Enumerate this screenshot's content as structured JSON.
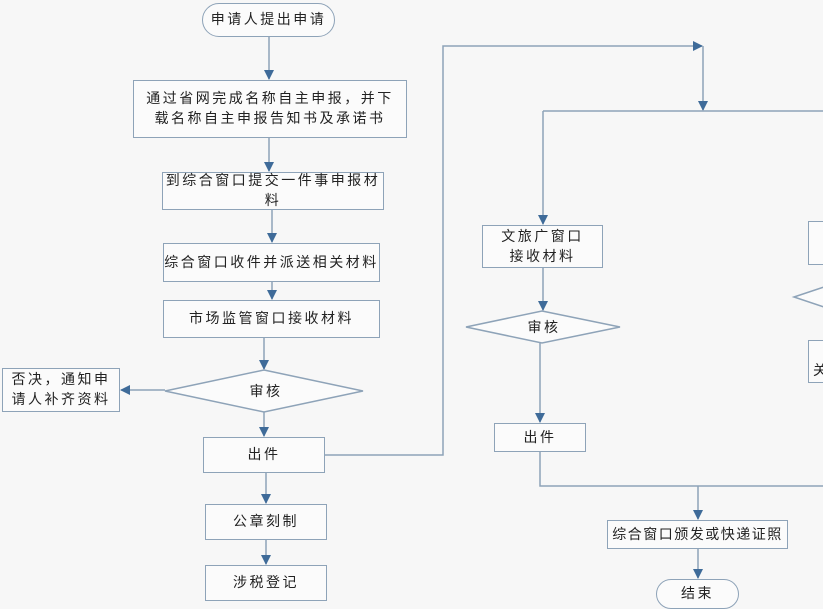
{
  "diagram": {
    "type": "flowchart",
    "colors": {
      "background": "#f7f7f7",
      "node_border": "#8ea3b8",
      "connector": "#8ea3b8",
      "arrowhead": "#3f6b99",
      "text": "#222222"
    },
    "nodes": {
      "start": "申请人提出申请",
      "online_declare": "通过省网完成名称自主申报，并下载名称自主申报告知书及承诺书",
      "submit_materials": "到综合窗口提交一件事申报材料",
      "receive_dispatch": "综合窗口收件并派送相关材料",
      "market_window": "市场监管窗口接收材料",
      "review_1": "审核",
      "reject_notify": "否决，通知申请人补齐资料",
      "issue_1": "出件",
      "seal_carving": "公章刻制",
      "tax_registration": "涉税登记",
      "culture_window": "文旅广窗口接收材料",
      "review_2": "审核",
      "issue_2": "出件",
      "deliver_license": "综合窗口颁发或快递证照",
      "end": "结束",
      "right_partial_text": "关"
    },
    "edges": [
      {
        "from": "start",
        "to": "online_declare"
      },
      {
        "from": "online_declare",
        "to": "submit_materials"
      },
      {
        "from": "submit_materials",
        "to": "receive_dispatch"
      },
      {
        "from": "receive_dispatch",
        "to": "market_window"
      },
      {
        "from": "market_window",
        "to": "review_1"
      },
      {
        "from": "review_1",
        "to": "reject_notify"
      },
      {
        "from": "review_1",
        "to": "issue_1"
      },
      {
        "from": "issue_1",
        "to": "seal_carving"
      },
      {
        "from": "seal_carving",
        "to": "tax_registration"
      },
      {
        "from": "issue_1",
        "to": "culture_window"
      },
      {
        "from": "culture_window",
        "to": "review_2"
      },
      {
        "from": "review_2",
        "to": "issue_2"
      },
      {
        "from": "issue_2",
        "to": "deliver_license"
      },
      {
        "from": "deliver_license",
        "to": "end"
      }
    ]
  }
}
